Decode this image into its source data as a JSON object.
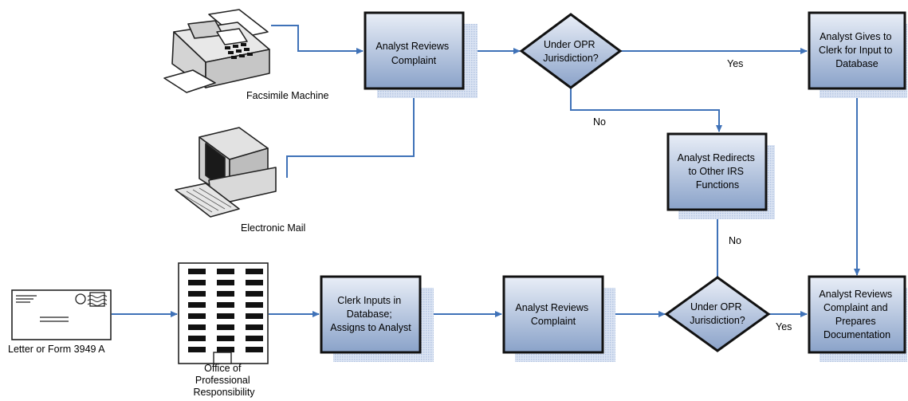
{
  "colors": {
    "box_fill_top": "#e9eef7",
    "box_fill_bottom": "#8aa2c9",
    "shadow": "#c7d4ea",
    "arrow": "#3f72b8",
    "outline": "#111111"
  },
  "nodes": {
    "review_top": {
      "lines": [
        "Analyst Reviews",
        "Complaint"
      ]
    },
    "decision_top": {
      "lines": [
        "Under OPR",
        "Jurisdiction?"
      ]
    },
    "clerk_database": {
      "lines": [
        "Analyst Gives to",
        "Clerk for Input to",
        "Database"
      ]
    },
    "redirect": {
      "lines": [
        "Analyst Redirects",
        "to Other IRS",
        "Functions"
      ]
    },
    "clerk_inputs": {
      "lines": [
        "Clerk Inputs in",
        "Database;",
        "Assigns to Analyst"
      ]
    },
    "review_bottom": {
      "lines": [
        "Analyst Reviews",
        "Complaint"
      ]
    },
    "decision_bottom": {
      "lines": [
        "Under OPR",
        "Jurisdiction?"
      ]
    },
    "prepares_doc": {
      "lines": [
        "Analyst Reviews",
        "Complaint and",
        "Prepares",
        "Documentation"
      ]
    }
  },
  "sources": {
    "fax": {
      "label": "Facsimile Machine",
      "icon": "fax-machine-icon"
    },
    "email": {
      "label": "Electronic Mail",
      "icon": "computer-icon"
    },
    "letter": {
      "label": "Letter or Form 3949 A",
      "icon": "envelope-icon"
    },
    "office": {
      "lines": [
        "Office of",
        "Professional",
        "Responsibility"
      ],
      "icon": "office-building-icon"
    }
  },
  "edge_labels": {
    "top_yes": "Yes",
    "top_no": "No",
    "bottom_no": "No",
    "bottom_yes": "Yes"
  }
}
